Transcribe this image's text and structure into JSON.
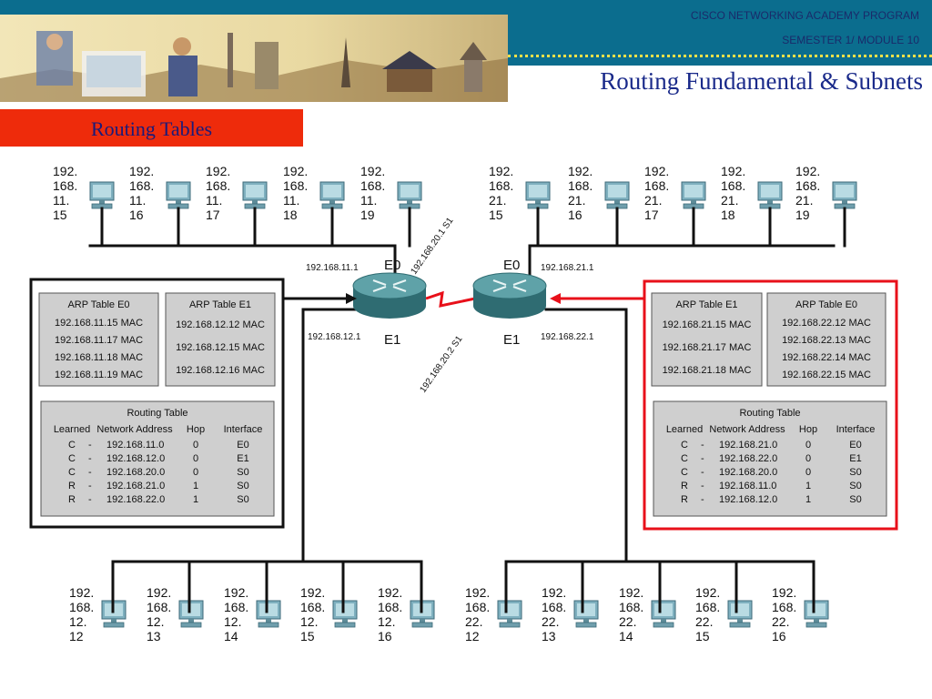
{
  "header": {
    "program": "CISCO NETWORKING ACADEMY PROGRAM",
    "module": "SEMESTER 1/ MODULE 10",
    "title": "Routing Fundamental & Subnets"
  },
  "section_title": "Routing Tables",
  "hosts": {
    "top_left": [
      [
        "192.",
        "168.",
        "11.",
        "15"
      ],
      [
        "192.",
        "168.",
        "11.",
        "16"
      ],
      [
        "192.",
        "168.",
        "11.",
        "17"
      ],
      [
        "192.",
        "168.",
        "11.",
        "18"
      ],
      [
        "192.",
        "168.",
        "11.",
        "19"
      ]
    ],
    "top_right": [
      [
        "192.",
        "168.",
        "21.",
        "15"
      ],
      [
        "192.",
        "168.",
        "21.",
        "16"
      ],
      [
        "192.",
        "168.",
        "21.",
        "17"
      ],
      [
        "192.",
        "168.",
        "21.",
        "18"
      ],
      [
        "192.",
        "168.",
        "21.",
        "19"
      ]
    ],
    "bottom_left": [
      [
        "192.",
        "168.",
        "12.",
        "12"
      ],
      [
        "192.",
        "168.",
        "12.",
        "13"
      ],
      [
        "192.",
        "168.",
        "12.",
        "14"
      ],
      [
        "192.",
        "168.",
        "12.",
        "15"
      ],
      [
        "192.",
        "168.",
        "12.",
        "16"
      ]
    ],
    "bottom_right": [
      [
        "192.",
        "168.",
        "22.",
        "12"
      ],
      [
        "192.",
        "168.",
        "22.",
        "13"
      ],
      [
        "192.",
        "168.",
        "22.",
        "14"
      ],
      [
        "192.",
        "168.",
        "22.",
        "15"
      ],
      [
        "192.",
        "168.",
        "22.",
        "16"
      ]
    ]
  },
  "routers": {
    "left": {
      "e0_label": "E0",
      "e1_label": "E1",
      "e0_ip": "192.168.11.1",
      "e1_ip": "192.168.12.1",
      "s1_ip": "192.168.20.1",
      "s1_label": "S1"
    },
    "right": {
      "e0_label": "E0",
      "e1_label": "E1",
      "e0_ip": "192.168.21.1",
      "e1_ip": "192.168.22.1",
      "s1_ip": "192.168.20.2",
      "s1_label": "S1"
    }
  },
  "left_panel": {
    "arp_tables": [
      {
        "title": "ARP  Table    E0",
        "rows": [
          "192.168.11.15  MAC",
          "192.168.11.17  MAC",
          "192.168.11.18  MAC",
          "192.168.11.19  MAC"
        ]
      },
      {
        "title": "ARP Table    E1",
        "rows": [
          "192.168.12.12  MAC",
          "192.168.12.15  MAC",
          "192.168.12.16  MAC"
        ]
      }
    ],
    "routing_table": {
      "title": "Routing Table",
      "headers": [
        "Learned",
        "Network Address",
        "Hop",
        "Interface"
      ],
      "rows": [
        [
          "C",
          "-",
          "192.168.11.0",
          "0",
          "E0"
        ],
        [
          "C",
          "-",
          "192.168.12.0",
          "0",
          "E1"
        ],
        [
          "C",
          "-",
          "192.168.20.0",
          "0",
          "S0"
        ],
        [
          "R",
          "-",
          "192.168.21.0",
          "1",
          "S0"
        ],
        [
          "R",
          "-",
          "192.168.22.0",
          "1",
          "S0"
        ]
      ]
    }
  },
  "right_panel": {
    "arp_tables": [
      {
        "title": "ARP Table    E1",
        "rows": [
          "192.168.21.15  MAC",
          "192.168.21.17  MAC",
          "192.168.21.18  MAC"
        ]
      },
      {
        "title": "ARP  Table    E0",
        "rows": [
          "192.168.22.12  MAC",
          "192.168.22.13  MAC",
          "192.168.22.14  MAC",
          "192.168.22.15  MAC"
        ]
      }
    ],
    "routing_table": {
      "title": "Routing Table",
      "headers": [
        "Learned",
        "Network Address",
        "Hop",
        "Interface"
      ],
      "rows": [
        [
          "C",
          "-",
          "192.168.21.0",
          "0",
          "E0"
        ],
        [
          "C",
          "-",
          "192.168.22.0",
          "0",
          "E1"
        ],
        [
          "C",
          "-",
          "192.168.20.0",
          "0",
          "S0"
        ],
        [
          "R",
          "-",
          "192.168.11.0",
          "1",
          "S0"
        ],
        [
          "R",
          "-",
          "192.168.12.0",
          "1",
          "S0"
        ]
      ]
    }
  },
  "colors": {
    "header_teal": "#0b6d8e",
    "tab_red": "#ee2b0b",
    "title_blue": "#1a2a8a",
    "highlight_red": "#e8101a",
    "panel_gray": "#cfcfcf"
  }
}
